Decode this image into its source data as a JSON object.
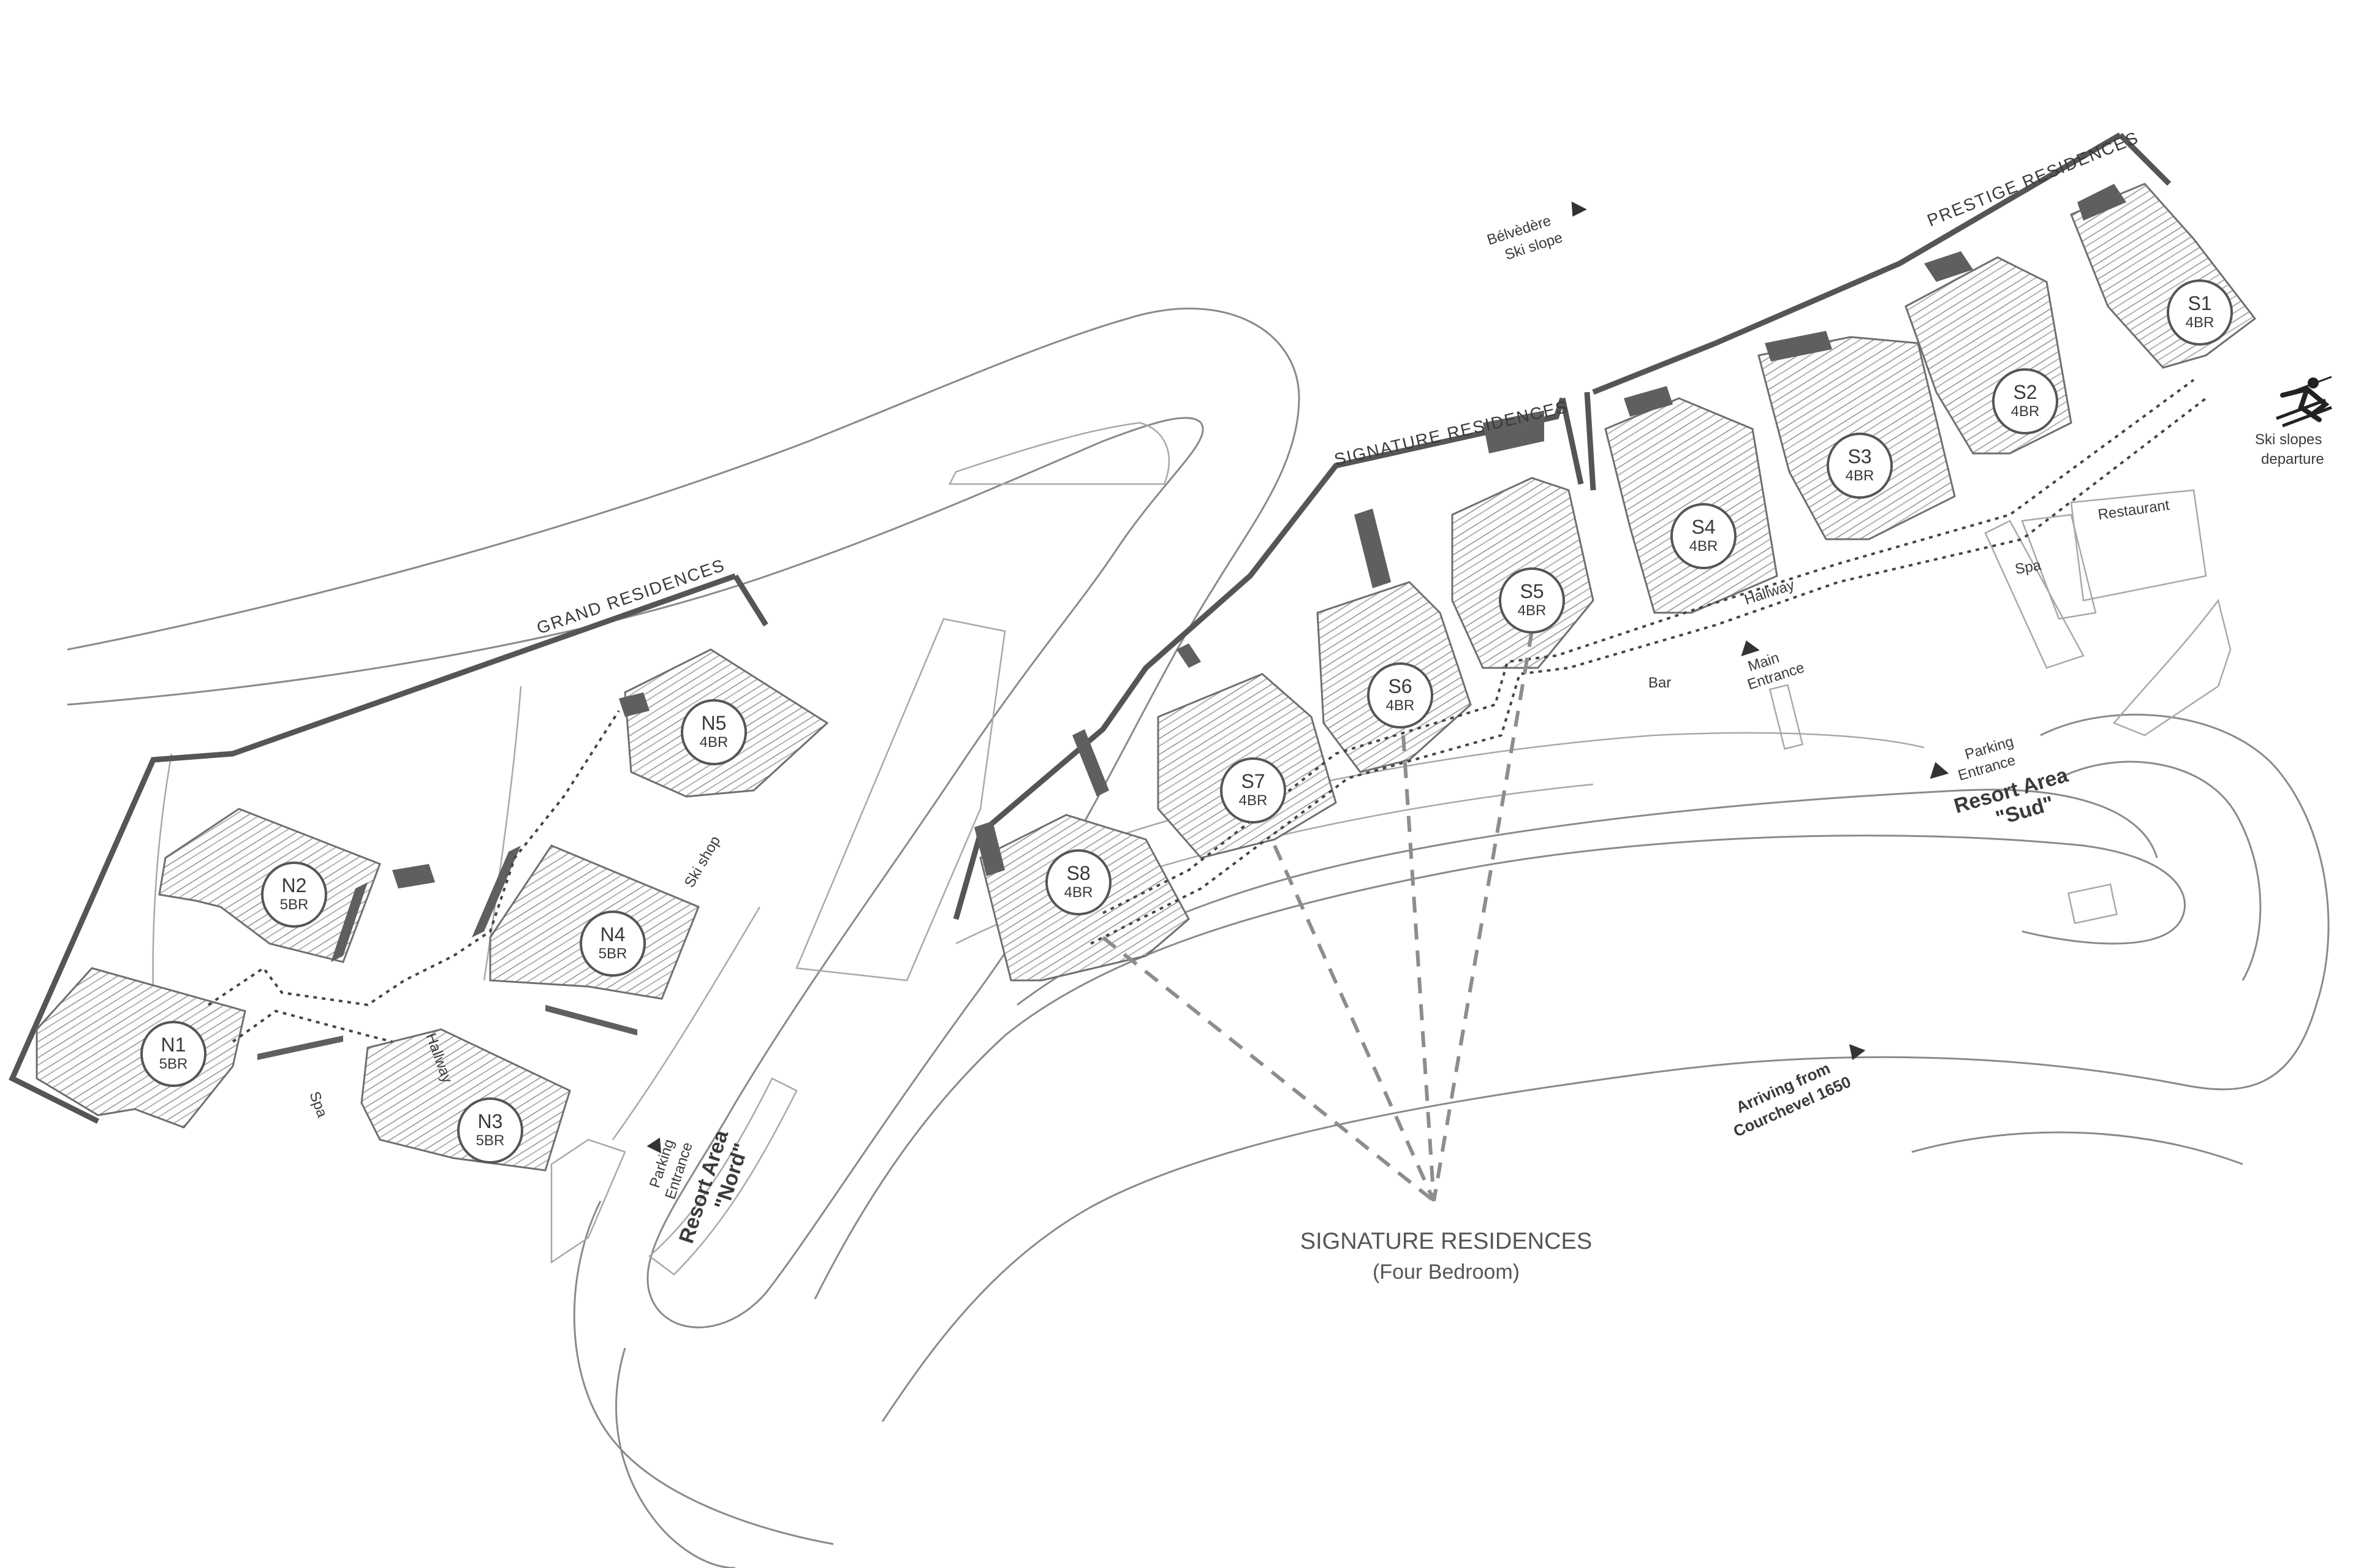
{
  "zones": {
    "grand": "GRAND RESIDENCES",
    "signature": "SIGNATURE RESIDENCES",
    "prestige": "PRESTIGE RESIDENCES"
  },
  "units": {
    "N1": {
      "id": "N1",
      "beds": "5BR"
    },
    "N2": {
      "id": "N2",
      "beds": "5BR"
    },
    "N3": {
      "id": "N3",
      "beds": "5BR"
    },
    "N4": {
      "id": "N4",
      "beds": "5BR"
    },
    "N5": {
      "id": "N5",
      "beds": "4BR"
    },
    "S1": {
      "id": "S1",
      "beds": "4BR"
    },
    "S2": {
      "id": "S2",
      "beds": "4BR"
    },
    "S3": {
      "id": "S3",
      "beds": "4BR"
    },
    "S4": {
      "id": "S4",
      "beds": "4BR"
    },
    "S5": {
      "id": "S5",
      "beds": "4BR"
    },
    "S6": {
      "id": "S6",
      "beds": "4BR"
    },
    "S7": {
      "id": "S7",
      "beds": "4BR"
    },
    "S8": {
      "id": "S8",
      "beds": "4BR"
    }
  },
  "labels": {
    "belvedere_1": "Bélvèdère",
    "belvedere_2": "Ski slope",
    "ski_departure_1": "Ski slopes",
    "ski_departure_2": "departure",
    "restaurant": "Restaurant",
    "spa_sud": "Spa",
    "hallway_sud": "Hallway",
    "bar": "Bar",
    "main_entrance_1": "Main",
    "main_entrance_2": "Entrance",
    "parking_sud_1": "Parking",
    "parking_sud_2": "Entrance",
    "resort_sud_1": "Resort Area",
    "resort_sud_2": "\"Sud\"",
    "ski_shop": "Ski shop",
    "hallway_nord": "Hallway",
    "spa_nord": "Spa",
    "parking_nord_1": "Parking",
    "parking_nord_2": "Entrance",
    "resort_nord_1": "Resort Area",
    "resort_nord_2": "\"Nord\"",
    "arriving_1": "Arriving from",
    "arriving_2": "Courchevel 1650"
  },
  "legend": {
    "title": "SIGNATURE RESIDENCES",
    "subtitle": "(Four Bedroom)"
  },
  "colors": {
    "roads": "#8a8a8a",
    "zone_lines": "#555555",
    "buildings": "#6f6f6f"
  }
}
